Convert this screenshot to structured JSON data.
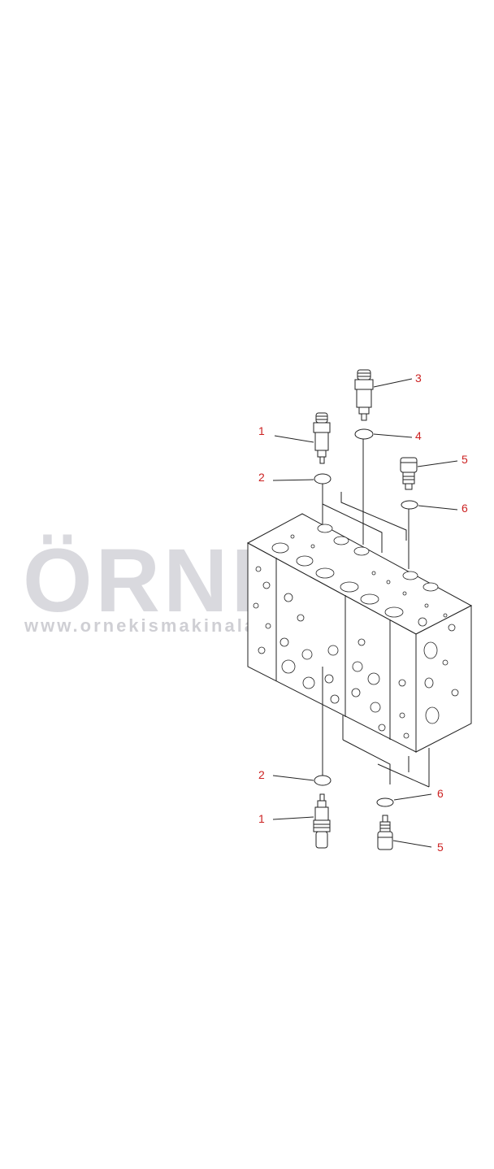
{
  "watermark": {
    "brand": "ÖRNEK",
    "url": "www.ornekismakinalari.com.tr",
    "accent_color": "#f0d050",
    "text_color": "#d9d9de"
  },
  "callouts": [
    {
      "id": "c1-top",
      "label": "1"
    },
    {
      "id": "c2-top",
      "label": "2"
    },
    {
      "id": "c3",
      "label": "3"
    },
    {
      "id": "c4",
      "label": "4"
    },
    {
      "id": "c5-top",
      "label": "5"
    },
    {
      "id": "c6-top",
      "label": "6"
    },
    {
      "id": "c2-bottom",
      "label": "2"
    },
    {
      "id": "c6-bottom",
      "label": "6"
    },
    {
      "id": "c1-bottom",
      "label": "1"
    },
    {
      "id": "c5-bottom",
      "label": "5"
    }
  ],
  "colors": {
    "callout": "#cc2222",
    "line": "#222222"
  }
}
